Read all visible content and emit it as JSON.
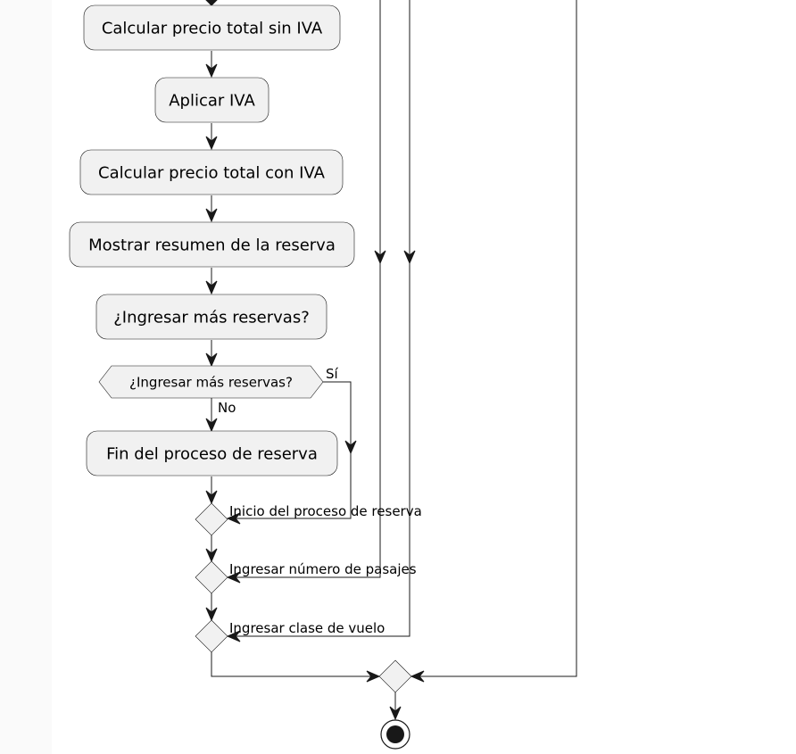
{
  "diagram": {
    "activities": [
      {
        "id": "calc_sin_iva",
        "label": "Calcular precio total sin IVA"
      },
      {
        "id": "aplicar_iva",
        "label": "Aplicar IVA"
      },
      {
        "id": "calc_con_iva",
        "label": "Calcular precio total con IVA"
      },
      {
        "id": "mostrar_resumen",
        "label": "Mostrar resumen de la reserva"
      },
      {
        "id": "ingresar_mas_act",
        "label": "¿Ingresar más reservas?"
      },
      {
        "id": "fin_proceso",
        "label": "Fin del proceso de reserva"
      }
    ],
    "decision": {
      "label": "¿Ingresar más reservas?",
      "yes_label": "Sí",
      "no_label": "No"
    },
    "merges": [
      {
        "id": "m1",
        "label": "Inicio del proceso de reserva"
      },
      {
        "id": "m2",
        "label": "Ingresar número de pasajes"
      },
      {
        "id": "m3",
        "label": "Ingresar clase de vuelo"
      },
      {
        "id": "m4",
        "label": ""
      }
    ],
    "colors": {
      "node_fill": "#f1f1f1",
      "line": "#181818",
      "text": "#000000"
    }
  }
}
